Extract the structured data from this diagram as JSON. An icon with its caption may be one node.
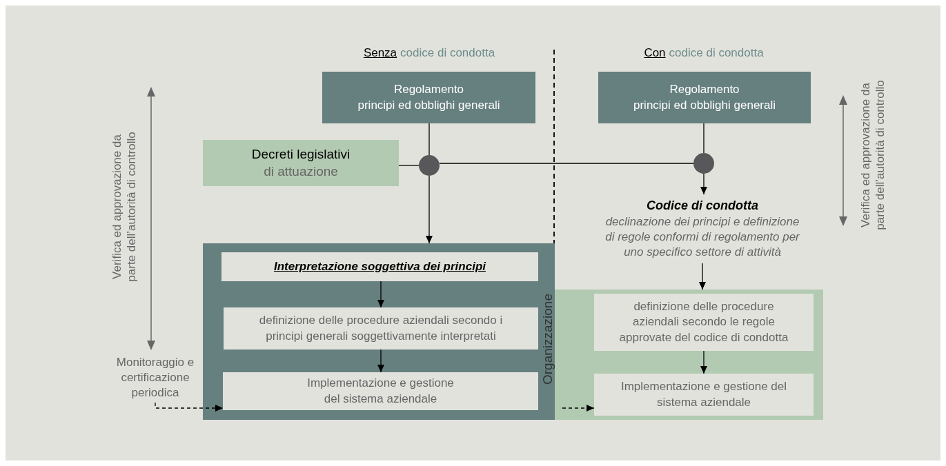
{
  "diagram": {
    "nodes": [
      {
        "text": [
          "Regolamento",
          "principi ed obblighi generali"
        ]
      },
      {
        "text": [
          "Regolamento",
          "principi ed obblighi generali"
        ]
      },
      {
        "text": [
          "Decreti legislativi",
          "di attuazione"
        ]
      },
      {
        "text": [],
        "shape": "circle"
      },
      {
        "text": [],
        "shape": "circle"
      },
      {
        "text": [
          "Codice di condotta",
          "declinazione dei principi e definizione di regole conformi di regolamento per uno specifico settore di attività"
        ]
      },
      {
        "text": [],
        "shape": "box"
      },
      {
        "text": [
          "Interpretazione soggettiva dei principi"
        ],
        "in": 6
      },
      {
        "text": [
          "definizione delle procedure aziendali secondo i principi generali soggettivamente interpretati"
        ],
        "in": 6
      },
      {
        "text": [
          "Implementazione e gestione del sistema aziendale"
        ],
        "in": 6
      },
      {
        "text": [],
        "shape": "box"
      },
      {
        "text": [
          "definizione delle procedure aziendali secondo le regole approvate del codice di condotta"
        ],
        "in": 10
      },
      {
        "text": [
          "Implementazione e gestione del sistema aziendale"
        ],
        "in": 10
      },
      {
        "text": [
          "Monitoraggio e certificazione periodica"
        ]
      }
    ],
    "edges": [
      {
        "from": 0,
        "to": 3,
        "arrow": "none"
      },
      {
        "from": 2,
        "to": 3,
        "arrow": "none"
      },
      {
        "from": 3,
        "to": 6,
        "arrow": "to"
      },
      {
        "from": 3,
        "to": 4,
        "arrow": "none"
      },
      {
        "from": 1,
        "to": 4,
        "arrow": "none"
      },
      {
        "from": 4,
        "to": 5,
        "arrow": "to"
      },
      {
        "from": 7,
        "to": 8,
        "arrow": "to"
      },
      {
        "from": 8,
        "to": 9,
        "arrow": "to"
      },
      {
        "from": 5,
        "to": 10,
        "arrow": "to"
      },
      {
        "from": 11,
        "to": 12,
        "arrow": "to"
      },
      {
        "from": 13,
        "to": 9,
        "arrow": "to",
        "style": "dashed"
      },
      {
        "from": null,
        "to": 12,
        "arrow": "to",
        "style": "dashed"
      }
    ],
    "labels": [
      "Senza",
      "codice di condotta",
      "Con",
      "codice di condotta",
      "Verifica ed approvazione da parte dell’autorità di controllo",
      "Verifica ed approvazione da parte dell’autorità di controllo",
      "Organizzazione"
    ]
  }
}
